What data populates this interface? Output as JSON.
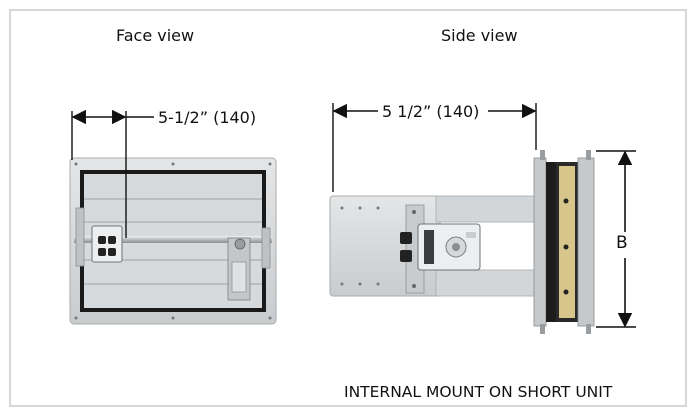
{
  "labels": {
    "face_view": "Face view",
    "side_view": "Side view",
    "face_dimension": "5-1/2” (140)",
    "side_dimension": "5 1/2” (140)",
    "height_dimension": "B",
    "caption": "INTERNAL MOUNT ON SHORT UNIT"
  },
  "colors": {
    "frame_border": "#d6d6d6",
    "damper_housing": "#cfd2d4",
    "blade_seal": "#1a1a1a",
    "actuator_body": "#e8eaec",
    "seal_accent": "#d7c58a"
  }
}
